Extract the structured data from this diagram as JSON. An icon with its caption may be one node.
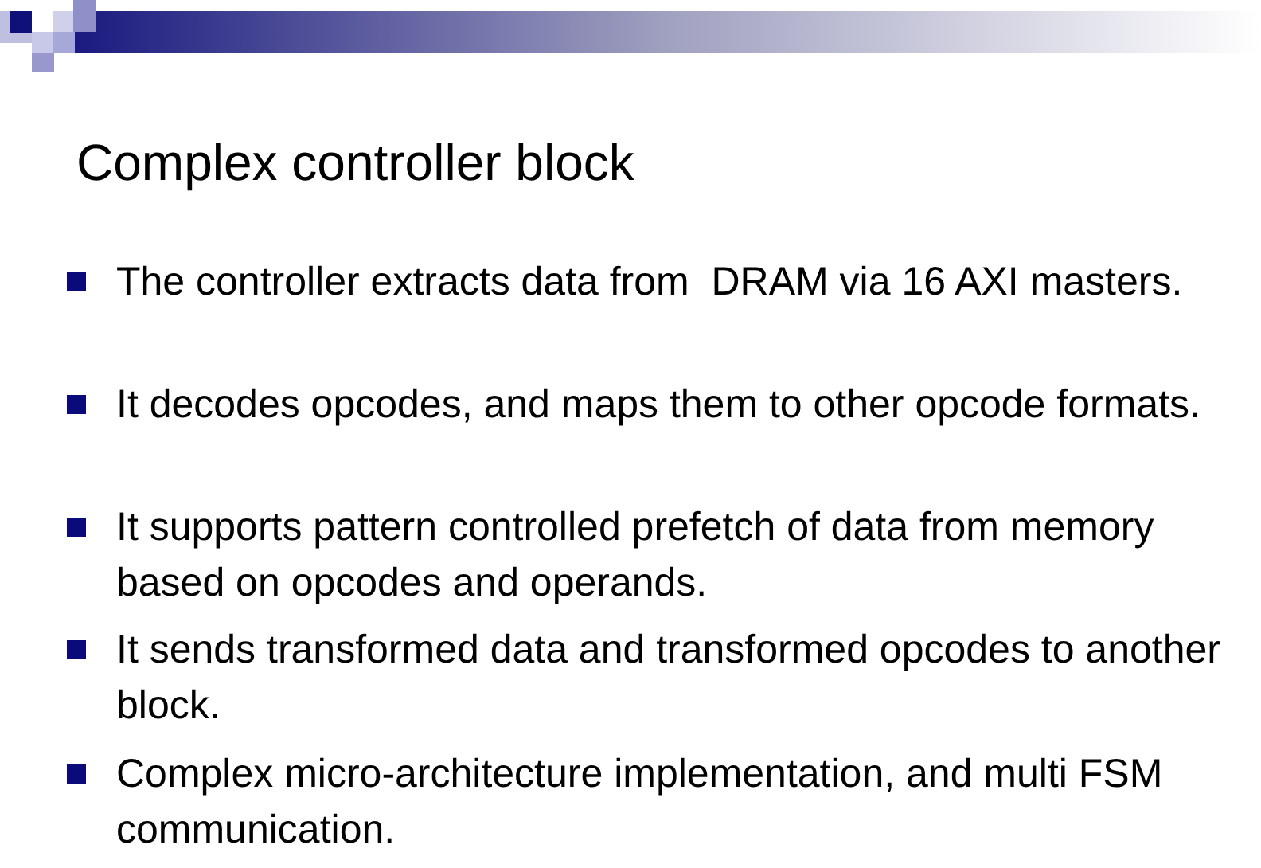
{
  "diagram": {
    "title": "Complex controller block",
    "labels": [
      "The controller extracts data from  DRAM via 16 AXI masters.",
      "It decodes opcodes, and maps them to other opcode formats.",
      "It supports pattern controlled prefetch of data from memory based on opcodes and operands.",
      "It sends transformed data and transformed opcodes to another block.",
      "Complex micro-architecture implementation, and multi FSM communication."
    ]
  }
}
